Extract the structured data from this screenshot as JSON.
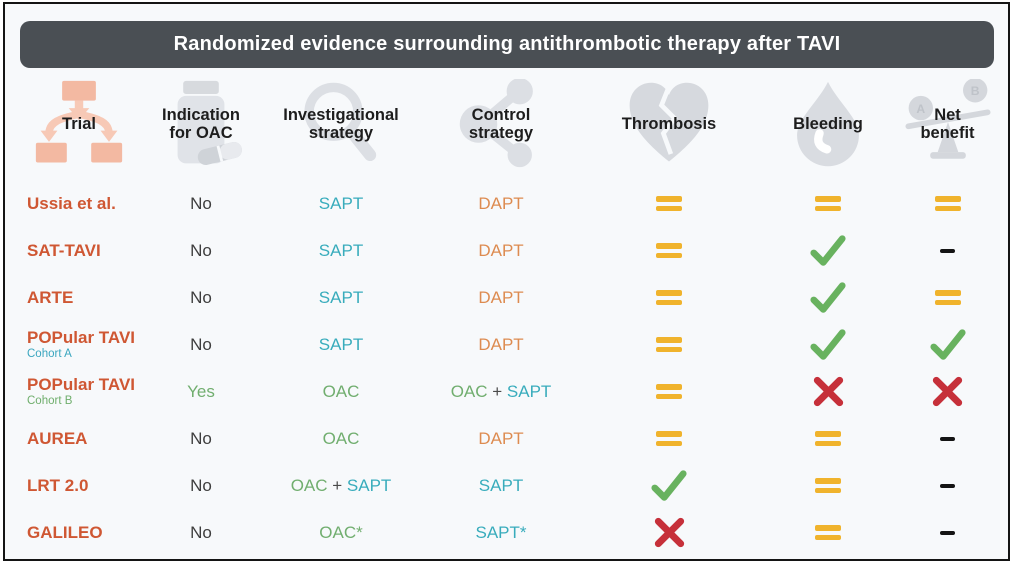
{
  "title": "Randomized evidence surrounding antithrombotic therapy after TAVI",
  "columns": [
    {
      "line1": "Trial",
      "line2": "",
      "icon": "flowchart-icon"
    },
    {
      "line1": "Indication",
      "line2": "for OAC",
      "icon": "pill-bottle-icon"
    },
    {
      "line1": "Investigational",
      "line2": "strategy",
      "icon": "magnifier-icon"
    },
    {
      "line1": "Control",
      "line2": "strategy",
      "icon": "network-icon"
    },
    {
      "line1": "Thrombosis",
      "line2": "",
      "icon": "broken-heart-icon"
    },
    {
      "line1": "Bleeding",
      "line2": "",
      "icon": "droplet-icon"
    },
    {
      "line1": "Net",
      "line2": "benefit",
      "icon": "balance-icon"
    }
  ],
  "rows": [
    {
      "trial": "Ussia et al.",
      "cohort": "",
      "cohort_color": "",
      "indication": [
        {
          "text": "No",
          "style": "no"
        }
      ],
      "investigational": [
        {
          "text": "SAPT",
          "style": "sapt"
        }
      ],
      "control": [
        {
          "text": "DAPT",
          "style": "dapt"
        }
      ],
      "thrombosis": "equal",
      "bleeding": "equal",
      "net_benefit": "equal"
    },
    {
      "trial": "SAT-TAVI",
      "cohort": "",
      "cohort_color": "",
      "indication": [
        {
          "text": "No",
          "style": "no"
        }
      ],
      "investigational": [
        {
          "text": "SAPT",
          "style": "sapt"
        }
      ],
      "control": [
        {
          "text": "DAPT",
          "style": "dapt"
        }
      ],
      "thrombosis": "equal",
      "bleeding": "check",
      "net_benefit": "dash"
    },
    {
      "trial": "ARTE",
      "cohort": "",
      "cohort_color": "",
      "indication": [
        {
          "text": "No",
          "style": "no"
        }
      ],
      "investigational": [
        {
          "text": "SAPT",
          "style": "sapt"
        }
      ],
      "control": [
        {
          "text": "DAPT",
          "style": "dapt"
        }
      ],
      "thrombosis": "equal",
      "bleeding": "check",
      "net_benefit": "equal"
    },
    {
      "trial": "POPular TAVI",
      "cohort": "Cohort A",
      "cohort_color": "teal",
      "indication": [
        {
          "text": "No",
          "style": "no"
        }
      ],
      "investigational": [
        {
          "text": "SAPT",
          "style": "sapt"
        }
      ],
      "control": [
        {
          "text": "DAPT",
          "style": "dapt"
        }
      ],
      "thrombosis": "equal",
      "bleeding": "check",
      "net_benefit": "check"
    },
    {
      "trial": "POPular TAVI",
      "cohort": "Cohort B",
      "cohort_color": "green",
      "indication": [
        {
          "text": "Yes",
          "style": "yes"
        }
      ],
      "investigational": [
        {
          "text": "OAC",
          "style": "oac"
        }
      ],
      "control": [
        {
          "text": "OAC",
          "style": "oac"
        },
        {
          "text": " + ",
          "style": "plus"
        },
        {
          "text": "SAPT",
          "style": "sapt"
        }
      ],
      "thrombosis": "equal",
      "bleeding": "cross",
      "net_benefit": "cross"
    },
    {
      "trial": "AUREA",
      "cohort": "",
      "cohort_color": "",
      "indication": [
        {
          "text": "No",
          "style": "no"
        }
      ],
      "investigational": [
        {
          "text": "OAC",
          "style": "oac"
        }
      ],
      "control": [
        {
          "text": "DAPT",
          "style": "dapt"
        }
      ],
      "thrombosis": "equal",
      "bleeding": "equal",
      "net_benefit": "dash"
    },
    {
      "trial": "LRT 2.0",
      "cohort": "",
      "cohort_color": "",
      "indication": [
        {
          "text": "No",
          "style": "no"
        }
      ],
      "investigational": [
        {
          "text": "OAC",
          "style": "oac"
        },
        {
          "text": " + ",
          "style": "plus"
        },
        {
          "text": "SAPT",
          "style": "sapt"
        }
      ],
      "control": [
        {
          "text": "SAPT",
          "style": "sapt"
        }
      ],
      "thrombosis": "check",
      "bleeding": "equal",
      "net_benefit": "dash"
    },
    {
      "trial": "GALILEO",
      "cohort": "",
      "cohort_color": "",
      "indication": [
        {
          "text": "No",
          "style": "no"
        }
      ],
      "investigational": [
        {
          "text": "OAC*",
          "style": "oac"
        }
      ],
      "control": [
        {
          "text": "SAPT*",
          "style": "sapt"
        }
      ],
      "thrombosis": "cross",
      "bleeding": "equal",
      "net_benefit": "dash"
    }
  ],
  "colors": {
    "title_bar": "#4a4f54",
    "trial_orange": "#cf5733",
    "teal": "#38acbc",
    "dapt_orange": "#dd8b50",
    "green": "#71ae6f",
    "amber_equal": "#f0b32c",
    "check_green": "#68b25f",
    "cross_red": "#c6303a",
    "icon_gray": "#dadde2",
    "icon_salmon": "#f5c0ab",
    "background": "#f7f9fb"
  }
}
